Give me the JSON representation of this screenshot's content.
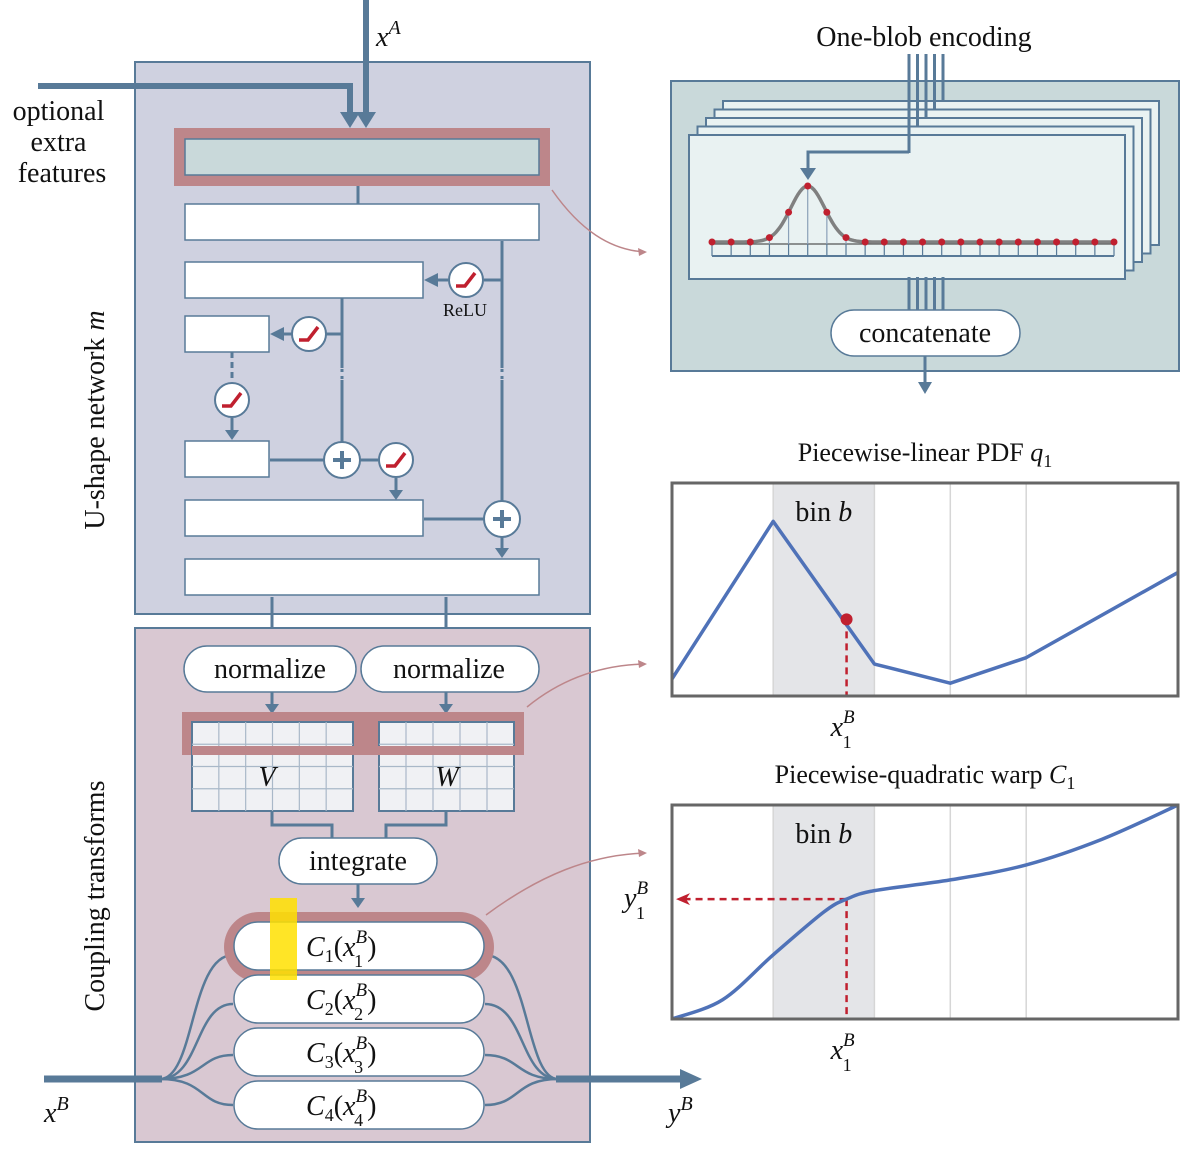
{
  "labels": {
    "input_a": "x",
    "input_a_sup": "A",
    "extra_features": [
      "optional",
      "extra",
      "features"
    ],
    "unet_title": "U-shape network",
    "unet_symbol": "m",
    "coupling_title": "Coupling transforms",
    "relu": "ReLU",
    "input_b": "x",
    "input_b_sup": "B",
    "output_b": "y",
    "output_b_sup": "B"
  },
  "one_blob": {
    "title": "One-blob encoding",
    "concat_label": "concatenate",
    "num_layers": 5,
    "num_bins": 22,
    "peak_index": 5
  },
  "coupling": {
    "normalize_labels": [
      "normalize",
      "normalize"
    ],
    "matrix_labels": [
      "V",
      "W"
    ],
    "integrate_label": "integrate",
    "transforms": [
      {
        "name": "C",
        "index": "1",
        "arg": "x",
        "arg_sup": "B",
        "arg_sub": "1"
      },
      {
        "name": "C",
        "index": "2",
        "arg": "x",
        "arg_sup": "B",
        "arg_sub": "2"
      },
      {
        "name": "C",
        "index": "3",
        "arg": "x",
        "arg_sup": "B",
        "arg_sub": "3"
      },
      {
        "name": "C",
        "index": "4",
        "arg": "x",
        "arg_sup": "B",
        "arg_sub": "4"
      }
    ]
  },
  "colors": {
    "line": "#587a98",
    "unet_bg": "#cfd1e0",
    "coupling_bg": "#d9c8d2",
    "highlight": "#bd868a",
    "onehot_bg": "#c9d9da",
    "relu_red": "#c0202f",
    "curve": "#4f72b8",
    "bin_shade": "#e4e5e8",
    "yellow": "#ffe000"
  },
  "chart_data": [
    {
      "type": "line",
      "title": "Piecewise-linear PDF",
      "title_symbol": "q",
      "title_sub": "1",
      "bin_label": "bin",
      "bin_symbol": "b",
      "x_marker_label": "x",
      "x_marker_sup": "B",
      "x_marker_sub": "1",
      "bin_edges": [
        0,
        0.2,
        0.4,
        0.55,
        0.7,
        1.0
      ],
      "highlighted_bin": 1,
      "x": [
        0,
        0.2,
        0.4,
        0.55,
        0.7,
        1.0
      ],
      "y": [
        0.08,
        0.82,
        0.15,
        0.06,
        0.18,
        0.58
      ],
      "marker": {
        "x": 0.345,
        "y": 0.36
      },
      "xlim": [
        0,
        1
      ],
      "ylim": [
        0,
        1
      ]
    },
    {
      "type": "line",
      "title": "Piecewise-quadratic warp",
      "title_symbol": "C",
      "title_sub": "1",
      "bin_label": "bin",
      "bin_symbol": "b",
      "x_marker_label": "x",
      "x_marker_sup": "B",
      "x_marker_sub": "1",
      "y_marker_label": "y",
      "y_marker_sup": "B",
      "y_marker_sub": "1",
      "bin_edges": [
        0,
        0.2,
        0.4,
        0.55,
        0.7,
        1.0
      ],
      "highlighted_bin": 1,
      "x": [
        0,
        0.1,
        0.2,
        0.3,
        0.345,
        0.4,
        0.55,
        0.7,
        0.85,
        1.0
      ],
      "y": [
        0,
        0.09,
        0.3,
        0.5,
        0.56,
        0.6,
        0.65,
        0.72,
        0.84,
        1.0
      ],
      "marker": {
        "x": 0.345,
        "y": 0.56
      },
      "xlim": [
        0,
        1
      ],
      "ylim": [
        0,
        1
      ]
    }
  ]
}
